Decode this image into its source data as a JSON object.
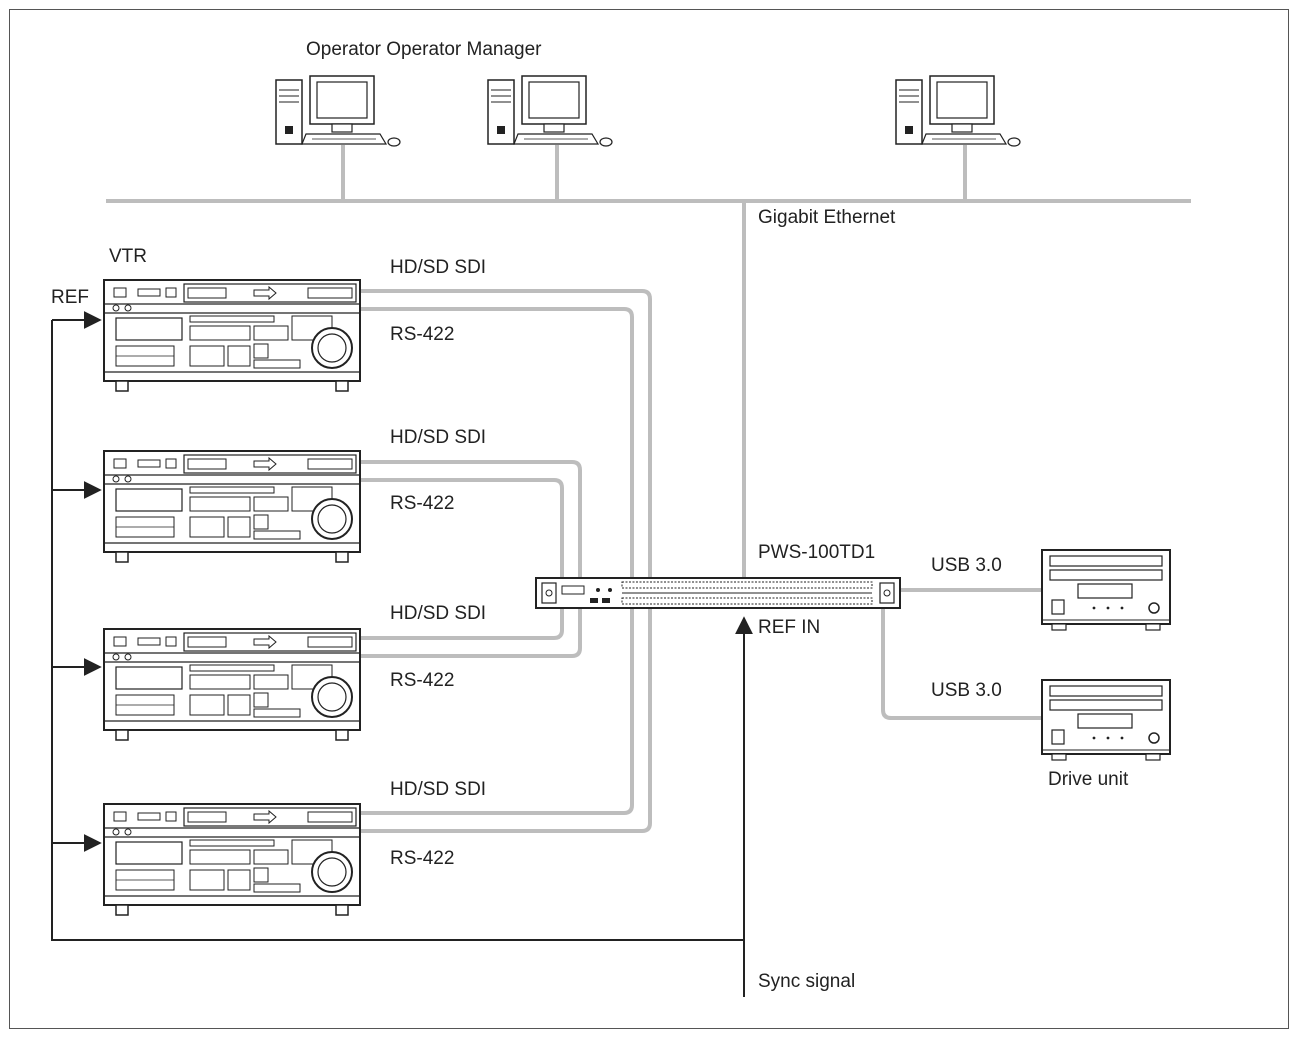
{
  "top_label": "Operator Operator Manager",
  "network_label": "Gigabit Ethernet",
  "vtr_label": "VTR",
  "ref_label": "REF",
  "connections": {
    "sdi": "HD/SD SDI",
    "rs422": "RS-422"
  },
  "recorder_label": "PWS-100TD1",
  "ref_in_label": "REF IN",
  "usb_label": "USB 3.0",
  "drive_label": "Drive unit",
  "sync_label": "Sync signal",
  "colors": {
    "line_gray": "#bdbdbd",
    "line_dark": "#222222",
    "device_outline": "#222222"
  }
}
